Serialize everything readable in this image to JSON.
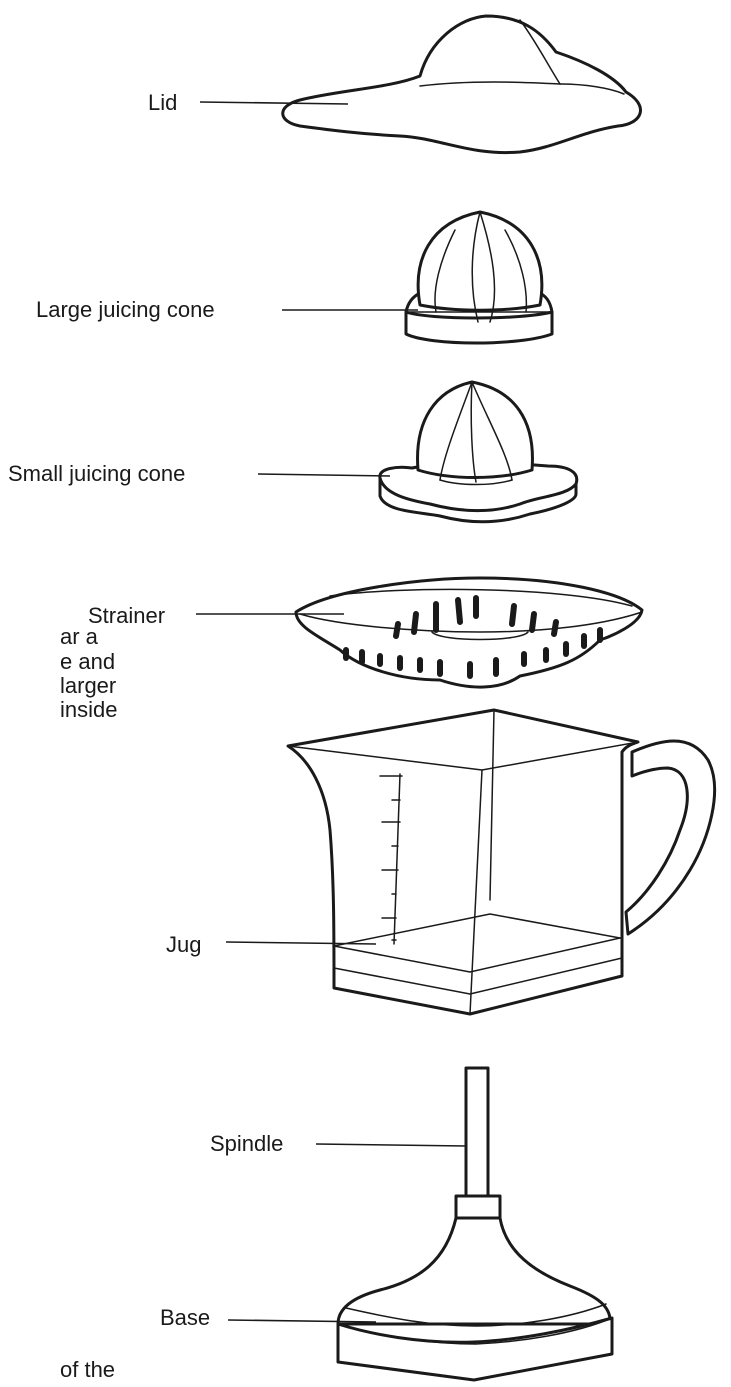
{
  "labels": {
    "lid": "Lid",
    "large_cone": "Large juicing cone",
    "small_cone": "Small juicing cone",
    "strainer": "Strainer",
    "jug": "Jug",
    "spindle": "Spindle",
    "base": "Base"
  },
  "cropped_text": [
    "ar a",
    "e and",
    "larger",
    "inside",
    "of the"
  ],
  "colors": {
    "line": "#1a1a1a",
    "background": "#ffffff"
  }
}
